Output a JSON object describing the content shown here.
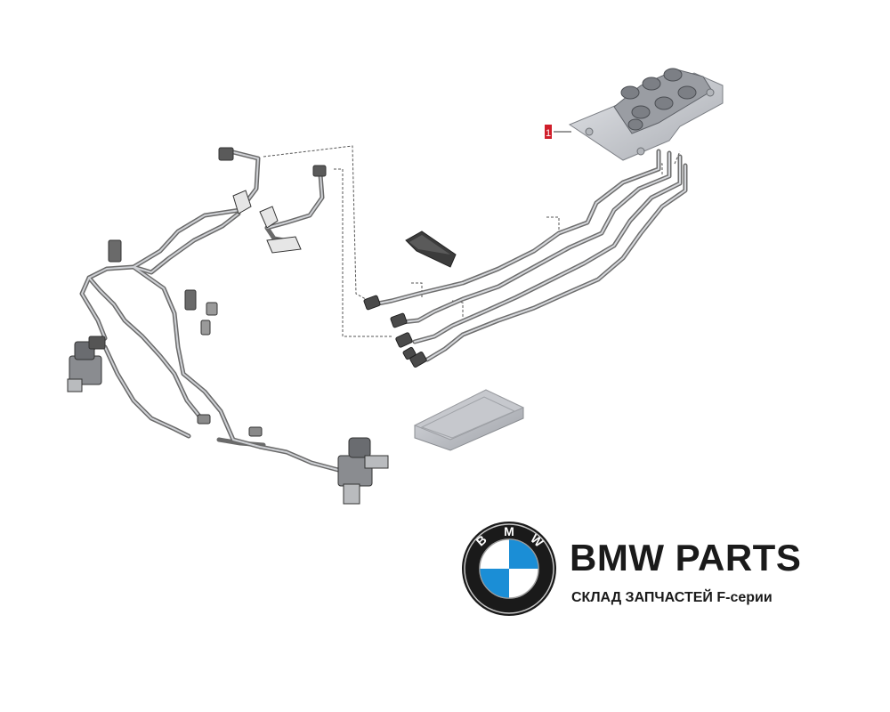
{
  "brand": {
    "title": "BMW PARTS",
    "subtitle": "СКЛАД ЗАПЧАСТЕЙ F-серии",
    "logo_letters": [
      "B",
      "M",
      "W"
    ]
  },
  "diagram": {
    "callout_label": "1",
    "parts": [
      "valve-block",
      "hydraulic-line-bundle",
      "wiring-harness",
      "connector-plugs",
      "relay-module",
      "cover-plate",
      "pressure-sensors"
    ]
  },
  "colors": {
    "line": "#8a8a8a",
    "line_dark": "#555555",
    "part_fill": "#c9cbcf",
    "callout": "#d01e2a",
    "bmw_blue": "#1b8ed6",
    "bmw_ring": "#111111"
  }
}
